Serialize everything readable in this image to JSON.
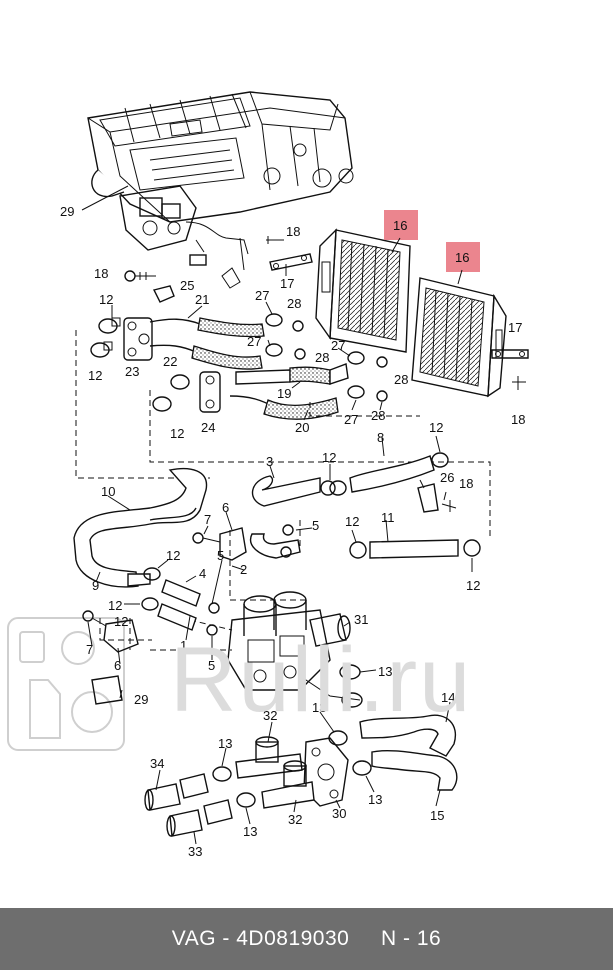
{
  "watermark": {
    "text": "Rulli.ru"
  },
  "footer": {
    "brand": "VAG",
    "sep": " - ",
    "part_number": "4D0819030",
    "gap": "     ",
    "page": "N - 16"
  },
  "colors": {
    "highlight": "#e8707a",
    "footer_bg": "#6e6e6e",
    "line": "#111111"
  },
  "callouts": [
    {
      "n": "29"
    },
    {
      "n": "18"
    },
    {
      "n": "16"
    },
    {
      "n": "16"
    },
    {
      "n": "18"
    },
    {
      "n": "25"
    },
    {
      "n": "17"
    },
    {
      "n": "12"
    },
    {
      "n": "21"
    },
    {
      "n": "27"
    },
    {
      "n": "28"
    },
    {
      "n": "17"
    },
    {
      "n": "27"
    },
    {
      "n": "28"
    },
    {
      "n": "12"
    },
    {
      "n": "23"
    },
    {
      "n": "22"
    },
    {
      "n": "27"
    },
    {
      "n": "28"
    },
    {
      "n": "19"
    },
    {
      "n": "18"
    },
    {
      "n": "12"
    },
    {
      "n": "24"
    },
    {
      "n": "20"
    },
    {
      "n": "27"
    },
    {
      "n": "28"
    },
    {
      "n": "8"
    },
    {
      "n": "12"
    },
    {
      "n": "10"
    },
    {
      "n": "3"
    },
    {
      "n": "12"
    },
    {
      "n": "26"
    },
    {
      "n": "18"
    },
    {
      "n": "6"
    },
    {
      "n": "7"
    },
    {
      "n": "5"
    },
    {
      "n": "12"
    },
    {
      "n": "11"
    },
    {
      "n": "12"
    },
    {
      "n": "12"
    },
    {
      "n": "5"
    },
    {
      "n": "4"
    },
    {
      "n": "2"
    },
    {
      "n": "9"
    },
    {
      "n": "12"
    },
    {
      "n": "12"
    },
    {
      "n": "31"
    },
    {
      "n": "7"
    },
    {
      "n": "1"
    },
    {
      "n": "6"
    },
    {
      "n": "5"
    },
    {
      "n": "13"
    },
    {
      "n": "29"
    },
    {
      "n": "14"
    },
    {
      "n": "32"
    },
    {
      "n": "13"
    },
    {
      "n": "13"
    },
    {
      "n": "34"
    },
    {
      "n": "30"
    },
    {
      "n": "13"
    },
    {
      "n": "15"
    },
    {
      "n": "13"
    },
    {
      "n": "32"
    },
    {
      "n": "33"
    }
  ]
}
